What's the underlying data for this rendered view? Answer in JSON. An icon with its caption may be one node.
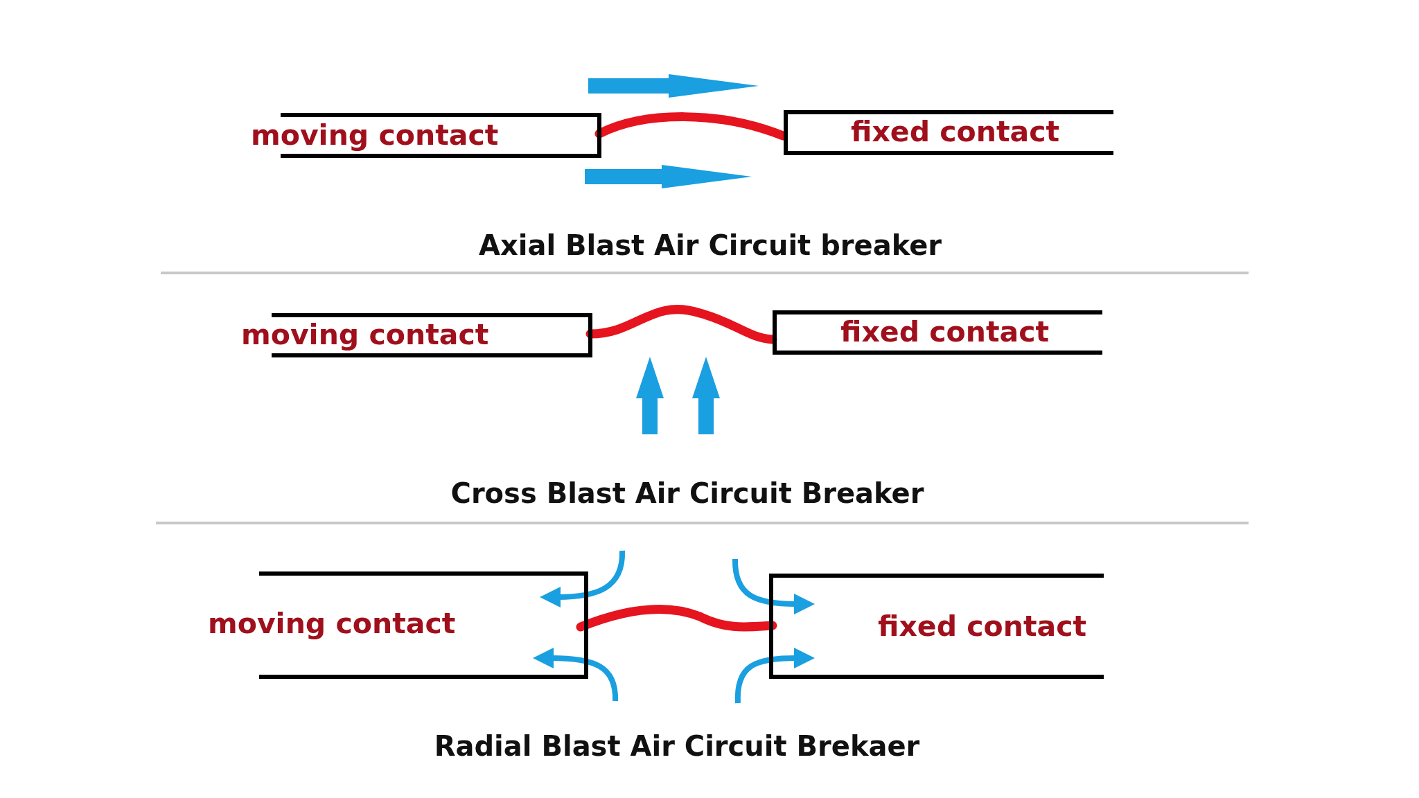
{
  "diagram": {
    "nodes": [
      {
        "text": [
          "moving contact"
        ]
      },
      {
        "text": [
          "fixed contact"
        ]
      },
      {
        "text": [
          "moving contact"
        ]
      },
      {
        "text": [
          "fixed contact"
        ]
      },
      {
        "text": [
          "moving contact"
        ]
      },
      {
        "text": [
          "fixed contact"
        ]
      }
    ],
    "labels": [
      "Axial Blast Air Circuit breaker",
      "Cross Blast Air Circuit Breaker",
      "Radial Blast Air Circuit Brekaer"
    ]
  }
}
